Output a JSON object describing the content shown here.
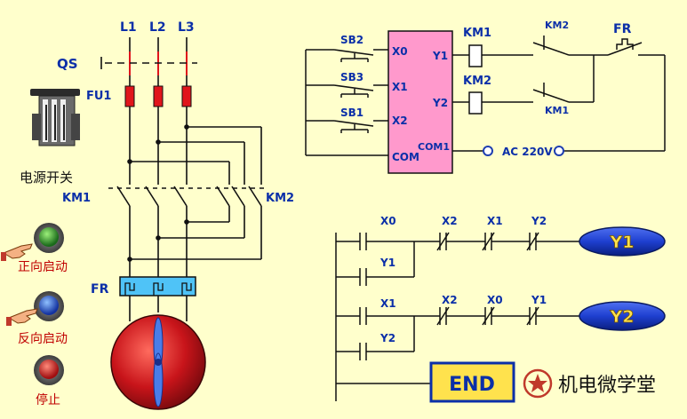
{
  "power": {
    "phases": [
      "L1",
      "L2",
      "L3"
    ],
    "qs": "QS",
    "fu1": "FU1",
    "switch_label": "电源开关",
    "km1": "KM1",
    "km2": "KM2",
    "fr": "FR"
  },
  "controls": {
    "forward": "正向启动",
    "reverse": "反向启动",
    "stop": "停止"
  },
  "plc": {
    "inputs": [
      "X0",
      "X1",
      "X2"
    ],
    "com": "COM",
    "outputs": [
      "Y1",
      "Y2"
    ],
    "com1": "COM1",
    "buttons": [
      "SB2",
      "SB3",
      "SB1"
    ],
    "coils": [
      "KM1",
      "KM2"
    ],
    "interlocks": [
      "KM2",
      "KM1"
    ],
    "fr": "FR",
    "supply": "AC  220V"
  },
  "ladder": {
    "rung1": {
      "start": "X0",
      "hold": "Y1",
      "nc": [
        "X2",
        "X1",
        "Y2"
      ],
      "coil": "Y1"
    },
    "rung2": {
      "start": "X1",
      "hold": "Y2",
      "nc": [
        "X2",
        "X0",
        "Y1"
      ],
      "coil": "Y2"
    },
    "end": "END"
  },
  "brand": "机电微学堂",
  "colors": {
    "background": "#FFFFCC",
    "label": "#0B2FA8",
    "fuse": "#E0151B",
    "overload": "#4FC3F7",
    "motor": "#D21A1A",
    "coil_fill": "#1E3FD0",
    "end_fill": "#FFE24D"
  }
}
